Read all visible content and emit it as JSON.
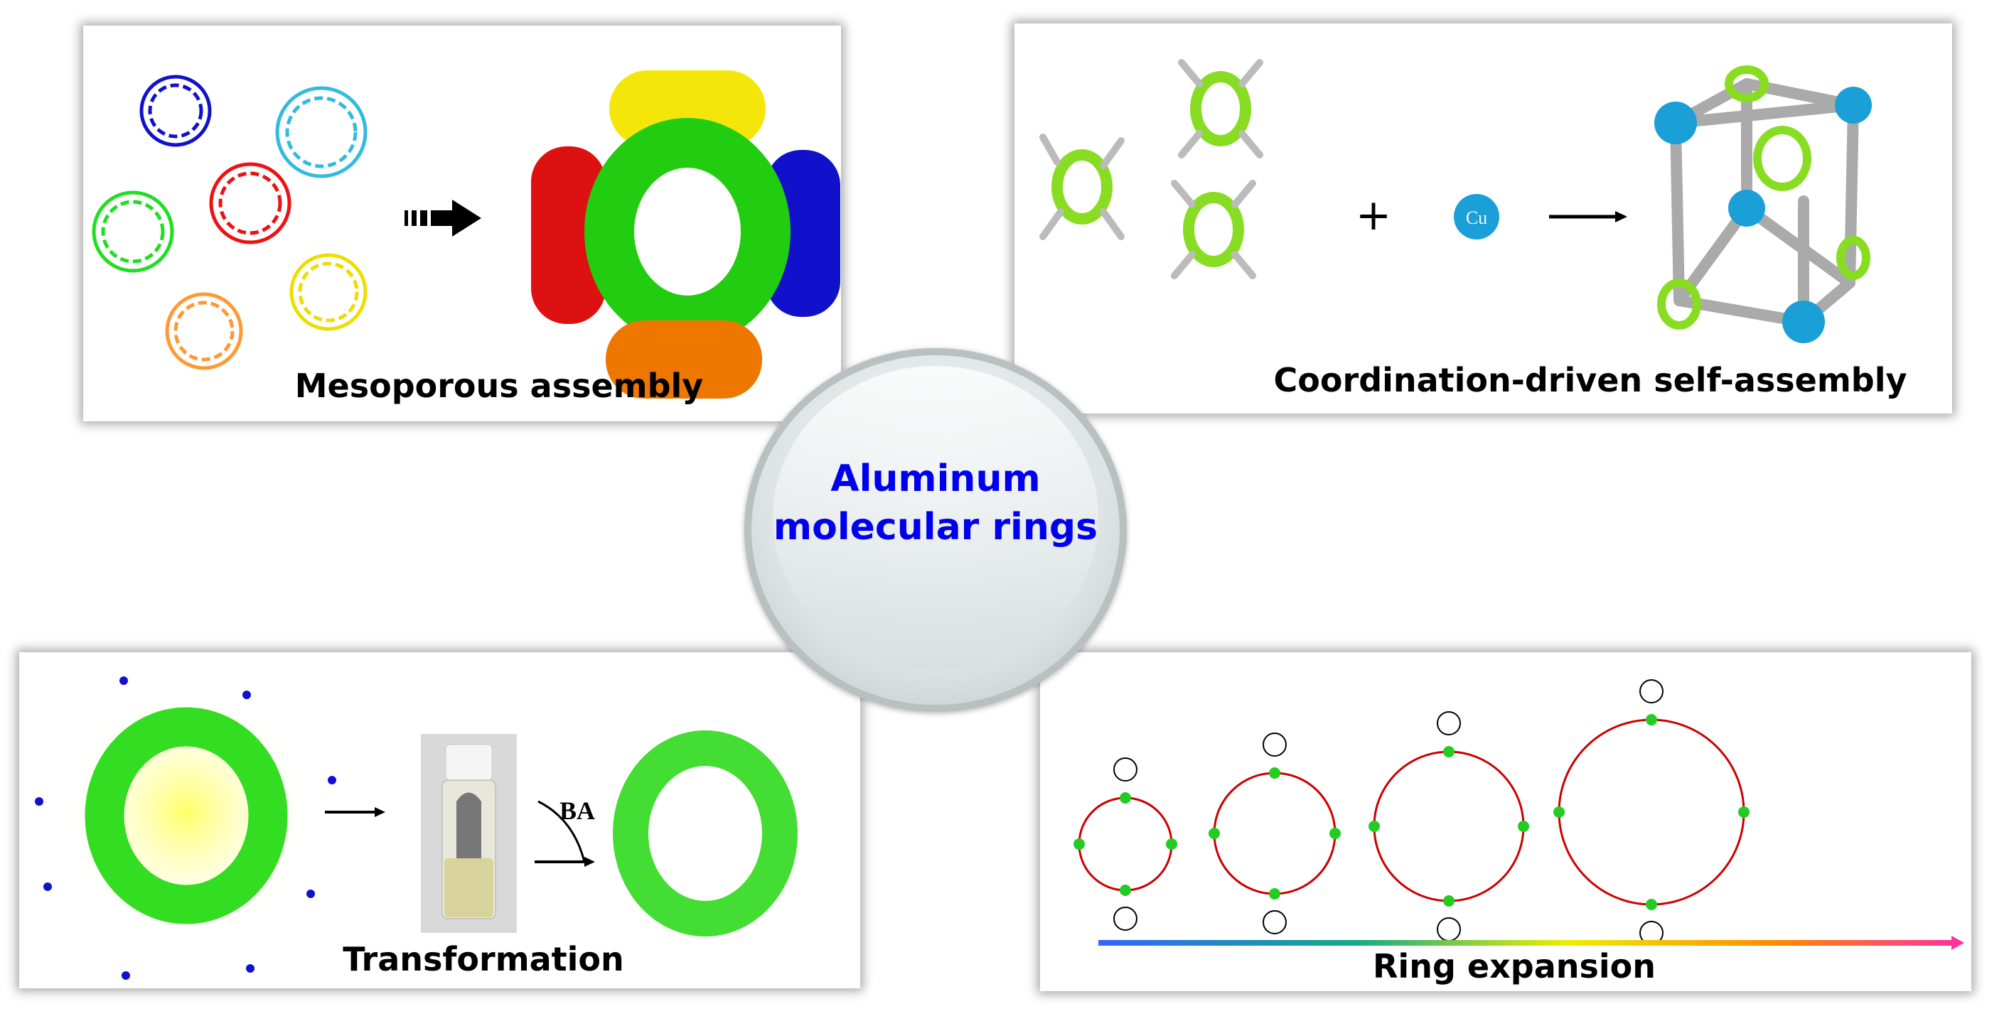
{
  "center": {
    "title_line1": "Aluminum",
    "title_line2": "molecular rings"
  },
  "panels": {
    "mesoporous": {
      "label": "Mesoporous assembly"
    },
    "coordination": {
      "label": "Coordination-driven self-assembly",
      "plus": "+",
      "metal": "Cu"
    },
    "transformation": {
      "label": "Transformation",
      "reagent": "BA"
    },
    "expansion": {
      "label": "Ring expansion"
    }
  },
  "colors": {
    "title": "#0000ee",
    "ring_green": "#33dd22",
    "cu_blue": "#1a9fd6",
    "bond_red": "#cc0000"
  }
}
